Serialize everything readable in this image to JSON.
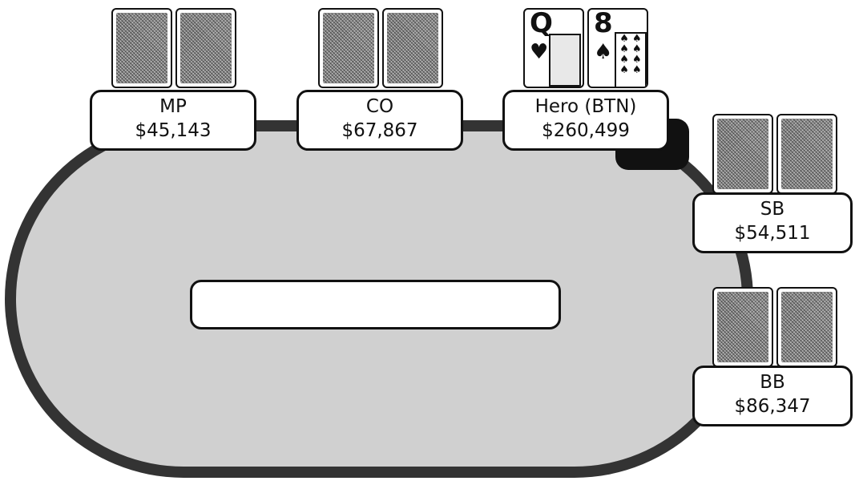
{
  "seats": {
    "mp": {
      "name": "MP",
      "stack": "$45,143"
    },
    "co": {
      "name": "CO",
      "stack": "$67,867"
    },
    "hero": {
      "name": "Hero (BTN)",
      "stack": "$260,499"
    },
    "sb": {
      "name": "SB",
      "stack": "$54,511"
    },
    "bb": {
      "name": "BB",
      "stack": "$86,347"
    }
  },
  "hero_cards": [
    {
      "rank": "Q",
      "suit": "♥"
    },
    {
      "rank": "8",
      "suit": "♠"
    }
  ],
  "board": ""
}
